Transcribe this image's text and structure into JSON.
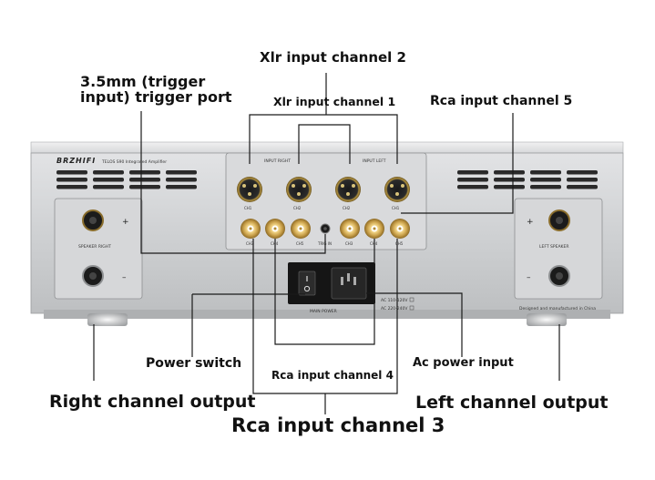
{
  "labels": {
    "xlr_input_2": "Xlr input channel 2",
    "trigger_port": "3.5mm (trigger input) trigger port",
    "xlr_input_1": "Xlr input channel 1",
    "rca_input_5": "Rca input channel 5",
    "power_switch": "Power switch",
    "ac_power_input": "Ac power input",
    "rca_input_4": "Rca input channel 4",
    "right_channel_output": "Right channel output",
    "left_channel_output": "Left channel output",
    "rca_input_3": "Rca input channel 3"
  },
  "panel": {
    "brand": "BRZHIFI",
    "model": "TELOS S90 Integrated Amplifier",
    "input_right": "INPUT RIGHT",
    "input_left": "INPUT LEFT",
    "trig_in": "TRIG IN",
    "speaker_right": "SPEAKER   RIGHT",
    "speaker_left": "LEFT   SPEAKER",
    "main_power": "MAIN POWER",
    "ac_110": "AC 110-120V",
    "ac_220": "AC 220-240V",
    "made_in": "Designed and manufactured in China",
    "xlr_channels": [
      "CH1",
      "CH2",
      "CH2",
      "CH1"
    ],
    "rca_channels": [
      "CH3",
      "CH4",
      "CH5",
      "CH3",
      "CH4",
      "CH5"
    ]
  },
  "colors": {
    "chassis": "#c9cbcd",
    "label_text": "#111111",
    "gold": "#c9a04a",
    "line": "#1a1a1a"
  }
}
